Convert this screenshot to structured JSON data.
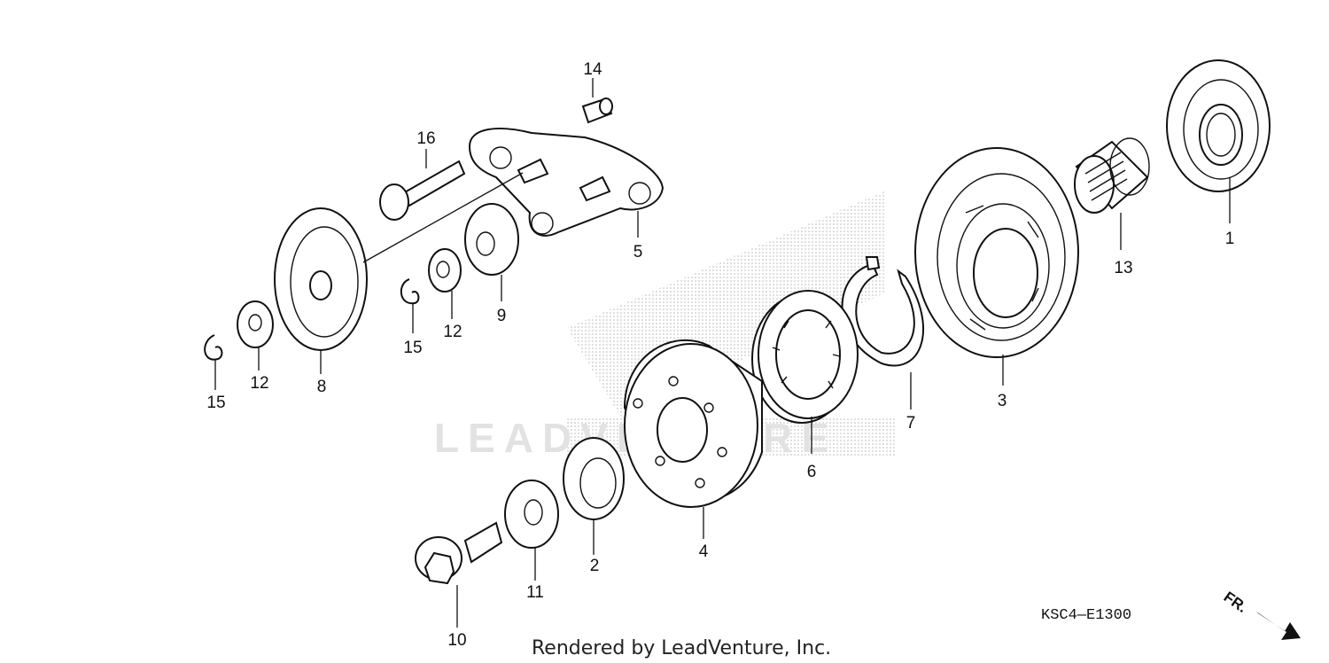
{
  "diagram": {
    "code": "KSC4—E1300",
    "credit": "Rendered by LeadVenture, Inc.",
    "watermark": "LEADVENTURE",
    "direction_label": "FR.",
    "callouts": [
      {
        "id": "c1",
        "label": "1"
      },
      {
        "id": "c13",
        "label": "13"
      },
      {
        "id": "c3",
        "label": "3"
      },
      {
        "id": "c7",
        "label": "7"
      },
      {
        "id": "c6",
        "label": "6"
      },
      {
        "id": "c4",
        "label": "4"
      },
      {
        "id": "c2",
        "label": "2"
      },
      {
        "id": "c11",
        "label": "11"
      },
      {
        "id": "c10",
        "label": "10"
      },
      {
        "id": "c14",
        "label": "14"
      },
      {
        "id": "c16",
        "label": "16"
      },
      {
        "id": "c5",
        "label": "5"
      },
      {
        "id": "c9",
        "label": "9"
      },
      {
        "id": "c12a",
        "label": "12"
      },
      {
        "id": "c15a",
        "label": "15"
      },
      {
        "id": "c8",
        "label": "8"
      },
      {
        "id": "c12b",
        "label": "12"
      },
      {
        "id": "c15b",
        "label": "15"
      }
    ]
  }
}
